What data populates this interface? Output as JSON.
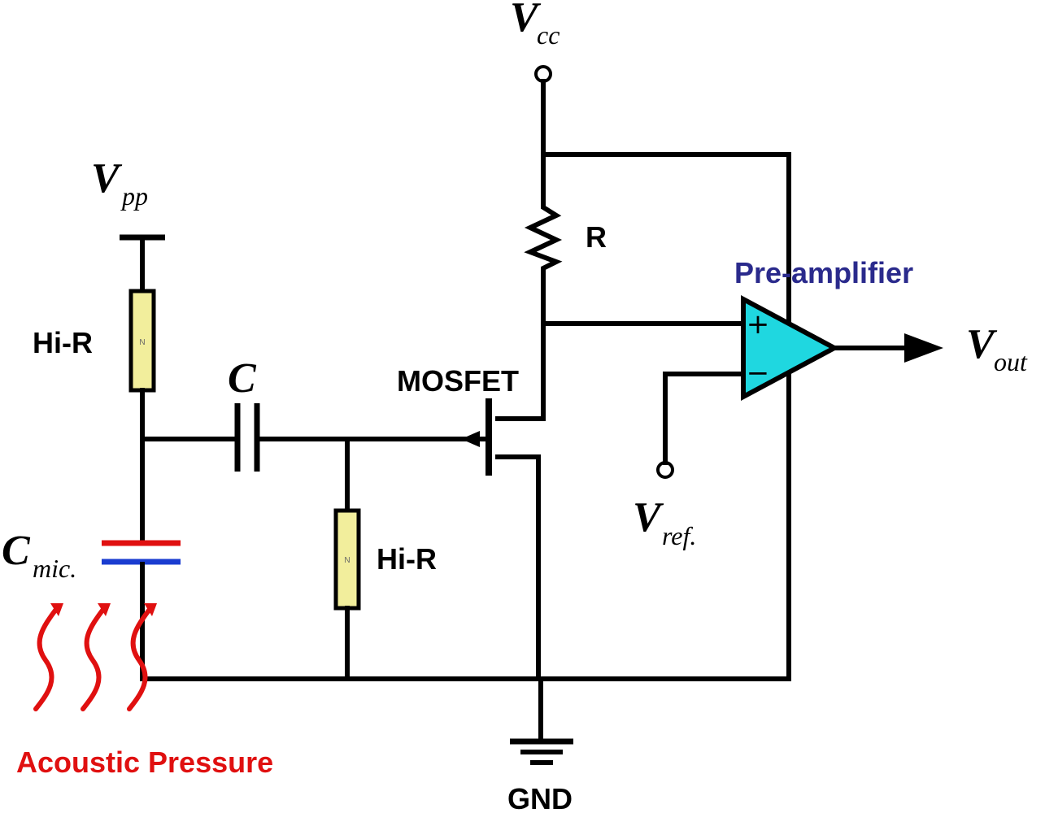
{
  "labels": {
    "vcc_main": "V",
    "vcc_sub": "cc",
    "vpp_main": "V",
    "vpp_sub": "pp",
    "resistor_r": "R",
    "preamp": "Pre-amplifier",
    "vout_main": "V",
    "vout_sub": "out",
    "hir_left": "Hi-R",
    "hir_right": "Hi-R",
    "cap_c": "C",
    "mosfet": "MOSFET",
    "vref_main": "V",
    "vref_sub": "ref.",
    "cmic_main": "C",
    "cmic_sub": "mic.",
    "acoustic": "Acoustic Pressure",
    "gnd": "GND",
    "op_plus": "+",
    "op_minus": "−",
    "resistor_marker": "N"
  },
  "colors": {
    "wire": "#000000",
    "opamp_fill": "#1fd7e0",
    "resistor_fill": "#f2ee9c",
    "preamp_text": "#2a2a8c",
    "acoustic": "#e01010",
    "cap_top_plate": "#e01010",
    "cap_bottom_plate": "#1a3cd0"
  }
}
